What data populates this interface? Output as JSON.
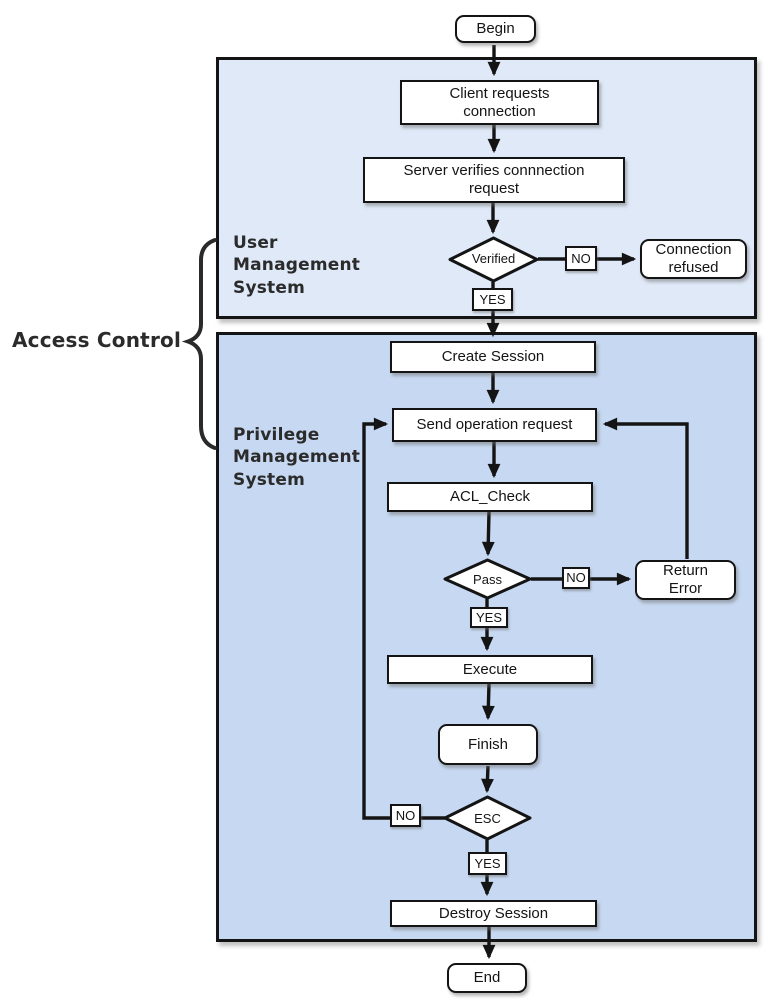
{
  "colors": {
    "region_user_fill": "#dfe9f8",
    "region_privilege_fill": "#c7d9f2",
    "node_fill": "#ffffff",
    "line_color": "#141414"
  },
  "annotations": {
    "access_control": "Access Control",
    "user_region_label": "User Management System",
    "privilege_region_label": "Privilege Management System"
  },
  "nodes": {
    "begin": "Begin",
    "client_requests": "Client requests connection",
    "server_verifies": "Server verifies connnection request",
    "verified_decision": "Verified",
    "verified_no": "NO",
    "connection_refused": "Connection refused",
    "verified_yes": "YES",
    "create_session": "Create Session",
    "send_operation_request": "Send operation request",
    "acl_check": "ACL_Check",
    "pass_decision": "Pass",
    "pass_no": "NO",
    "return_error": "Return Error",
    "pass_yes": "YES",
    "execute": "Execute",
    "finish": "Finish",
    "esc_decision": "ESC",
    "esc_no": "NO",
    "esc_yes": "YES",
    "destroy_session": "Destroy Session",
    "end": "End"
  }
}
